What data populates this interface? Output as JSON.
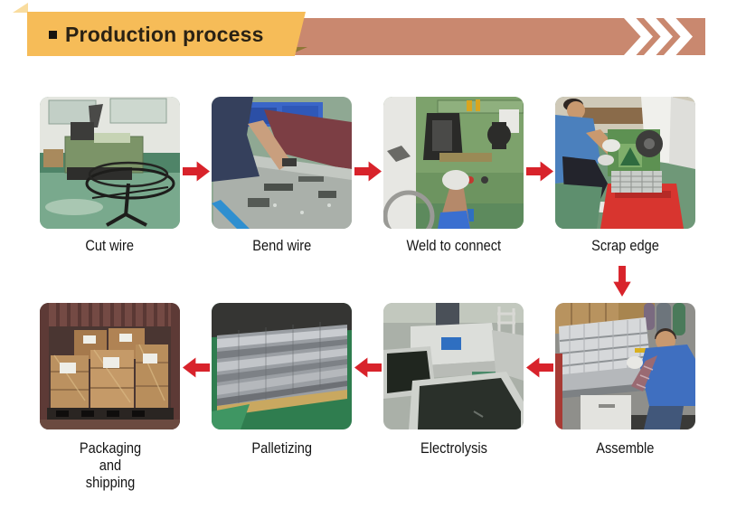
{
  "header": {
    "title": "Production process",
    "bullet_icon": "square-bullet-icon",
    "chevrons_icon": "triple-chevron-right-icon"
  },
  "colors": {
    "banner_yellow": "#F6BC58",
    "band_salmon": "#C9886F",
    "banner_fold_shadow": "#8F7736",
    "arrow_red": "#D8232B",
    "title_text": "#2A2214",
    "label_text": "#141414"
  },
  "steps": [
    {
      "label": "Cut wire",
      "photo": "wire-cutting-machine-photo"
    },
    {
      "label": "Bend wire",
      "photo": "wire-bending-workbench-photo"
    },
    {
      "label": "Weld to connect",
      "photo": "welding-machine-photo"
    },
    {
      "label": "Scrap edge",
      "photo": "edge-grinding-photo"
    },
    {
      "label": "Assemble",
      "photo": "assembly-workbench-photo"
    },
    {
      "label": "Electrolysis",
      "photo": "electrolysis-tanks-photo"
    },
    {
      "label": "Palletizing",
      "photo": "stacked-mesh-pallet-photo"
    },
    {
      "label": "Packaging and shipping",
      "photo": "container-loading-photo"
    }
  ],
  "flow": {
    "row1_order": [
      "Cut wire",
      "Bend wire",
      "Weld to connect",
      "Scrap edge"
    ],
    "row1_arrows": [
      "right",
      "right",
      "right"
    ],
    "row_connector_arrow": "down",
    "row2_order": [
      "Packaging and shipping",
      "Palletizing",
      "Electrolysis",
      "Assemble"
    ],
    "row2_arrows": [
      "left",
      "left",
      "left"
    ]
  }
}
